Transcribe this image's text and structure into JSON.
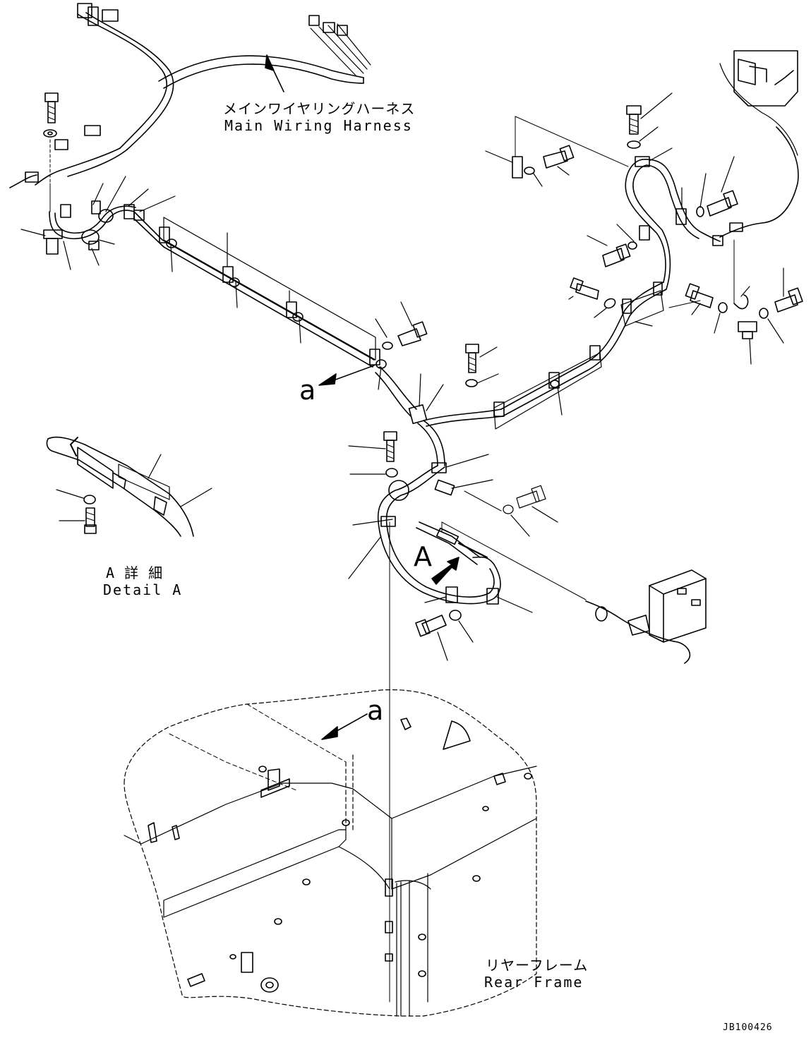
{
  "labels": {
    "main_harness_jp": "メインワイヤリングハーネス",
    "main_harness_en": "Main Wiring Harness",
    "detail_jp": "A 詳 細",
    "detail_en": "Detail A",
    "rear_frame_jp": "リヤーフレーム",
    "rear_frame_en": "Rear Frame",
    "view_arrow": "A",
    "ref_mark_1": "a",
    "ref_mark_2": "a",
    "drawing_code": "JB100426"
  }
}
